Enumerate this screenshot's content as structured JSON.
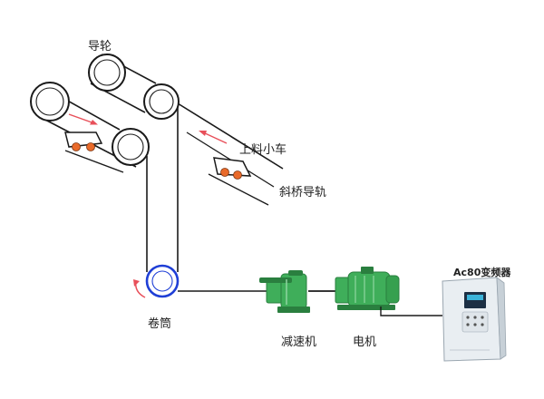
{
  "labels": {
    "guide_wheel": "导轮",
    "feed_trolley": "上料小车",
    "incline_rail": "斜桥导轨",
    "reel": "卷筒",
    "reducer": "减速机",
    "motor": "电机",
    "inverter": "Ac80变频器"
  },
  "colors": {
    "belt": "#1a1a1a",
    "reel_ring": "#1f3fd6",
    "arrow": "#e8505a",
    "trolley_body": "#ffffff",
    "trolley_wheel": "#e96a2a",
    "machine_green": "#3fae5a",
    "machine_dark": "#2a7f3f",
    "inverter_body": "#e9eef2",
    "inverter_panel": "#1c2f44",
    "inverter_accent": "#3bb3d9"
  },
  "icons": {
    "reel_rotation": "curved-arrow-icon",
    "trolley_direction": "arrow-icon"
  }
}
